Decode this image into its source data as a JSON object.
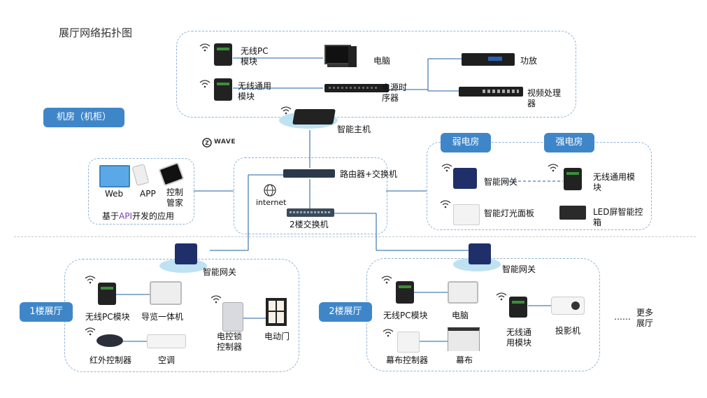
{
  "title": "展厅网络拓扑图",
  "tags": {
    "machine_room": "机房（机柜）",
    "weak_room": "弱电房",
    "strong_room": "强电房",
    "floor1": "1楼展厅",
    "floor2": "2楼展厅"
  },
  "machine_room": {
    "wireless_pc": "无线PC\n模块",
    "computer": "电脑",
    "wireless_universal": "无线通用\n模块",
    "power_sequencer": "电源时\n序器",
    "amplifier": "功放",
    "video_processor": "视频处理\n器",
    "smart_host": "智能主机"
  },
  "zwave": "WAVE",
  "apps": {
    "web": "Web",
    "app": "APP",
    "control": "控制\n管家",
    "caption_prefix": "基于",
    "caption_api": "API",
    "caption_suffix": "开发的应用"
  },
  "center": {
    "router": "路由器+交换机",
    "internet": "internet",
    "switch2f": "2楼交换机"
  },
  "weak_strong": {
    "gateway": "智能网关",
    "wireless_universal": "无线通用模\n块",
    "light_panel": "智能灯光面板",
    "led_controller": "LED屏智能控\n箱"
  },
  "floor1": {
    "gateway": "智能网关",
    "wireless_pc": "无线PC模块",
    "guide_kiosk": "导览一体机",
    "ir_controller": "红外控制器",
    "ac": "空调",
    "lock_controller": "电控锁\n控制器",
    "electric_door": "电动门"
  },
  "floor2": {
    "gateway": "智能网关",
    "wireless_pc": "无线PC模块",
    "computer": "电脑",
    "wireless_universal": "无线通\n用模块",
    "projector": "投影机",
    "screen_controller": "幕布控制器",
    "screen": "幕布"
  },
  "more": {
    "dots": "……",
    "text": "更多\n展厅"
  },
  "colors": {
    "accent": "#3f86c9",
    "line": "#4a7fb8",
    "region": "#8fb3d6",
    "api": "#7b3fb0"
  }
}
